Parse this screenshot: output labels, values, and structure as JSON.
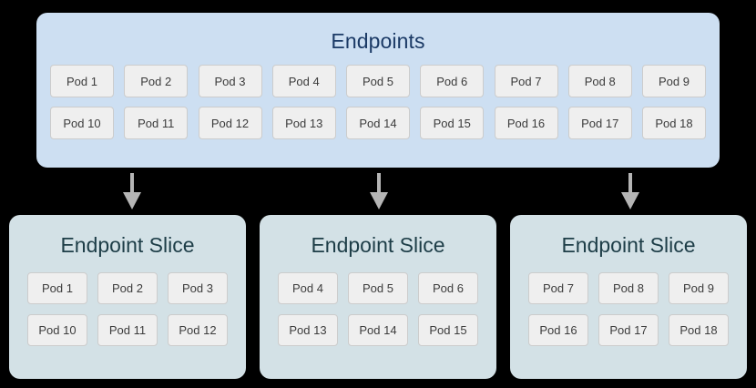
{
  "colors": {
    "page_background": "#000000",
    "endpoints_panel": "#cddff2",
    "endpoints_title": "#1b3a66",
    "slice_panel": "#d3e1e6",
    "slice_title": "#1d3d47",
    "pod_background": "#efefef",
    "pod_border": "#cccccc",
    "pod_text": "#3c3c3c",
    "arrow": "#b5b5b5"
  },
  "endpoints": {
    "title": "Endpoints",
    "rows": [
      [
        "Pod 1",
        "Pod 2",
        "Pod 3",
        "Pod 4",
        "Pod 5",
        "Pod 6",
        "Pod 7",
        "Pod 8",
        "Pod 9"
      ],
      [
        "Pod 10",
        "Pod 11",
        "Pod 12",
        "Pod 13",
        "Pod 14",
        "Pod 15",
        "Pod 16",
        "Pod 17",
        "Pod 18"
      ]
    ]
  },
  "arrows": [
    {
      "name": "arrow-to-slice-1"
    },
    {
      "name": "arrow-to-slice-2"
    },
    {
      "name": "arrow-to-slice-3"
    }
  ],
  "slices": [
    {
      "title": "Endpoint Slice",
      "rows": [
        [
          "Pod 1",
          "Pod 2",
          "Pod 3"
        ],
        [
          "Pod 10",
          "Pod 11",
          "Pod 12"
        ]
      ]
    },
    {
      "title": "Endpoint Slice",
      "rows": [
        [
          "Pod 4",
          "Pod 5",
          "Pod 6"
        ],
        [
          "Pod 13",
          "Pod 14",
          "Pod 15"
        ]
      ]
    },
    {
      "title": "Endpoint Slice",
      "rows": [
        [
          "Pod 7",
          "Pod 8",
          "Pod 9"
        ],
        [
          "Pod 16",
          "Pod 17",
          "Pod 18"
        ]
      ]
    }
  ]
}
